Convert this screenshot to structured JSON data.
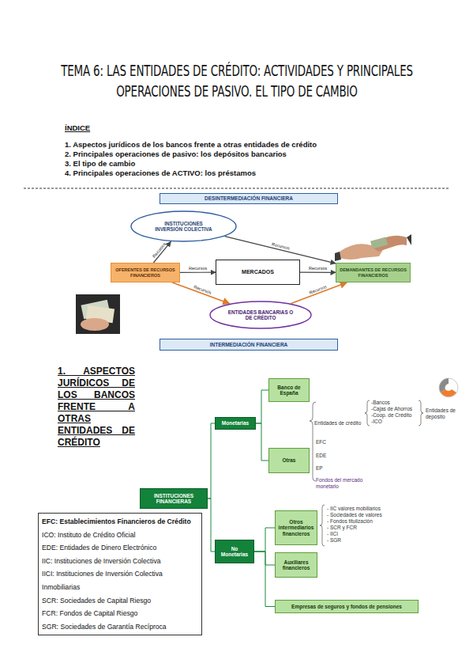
{
  "diagram": {
    "title": "TEMA 6: LAS ENTIDADES DE CRÉDITO: ACTIVIDADES Y PRINCIPALES OPERACIONES DE PASIVO. EL TIPO DE CAMBIO",
    "nodes": [
      {
        "text": [
          "DESINTERMEDIACIÓN FINANCIERA"
        ]
      },
      {
        "text": [
          "INSTITUCIONES INVERSIÓN COLECTIVA"
        ]
      },
      {
        "text": [
          "OFERENTES DE RECURSOS FINANCIEROS"
        ]
      },
      {
        "text": [
          "MERCADOS"
        ]
      },
      {
        "text": [
          "DEMANDANTES DE RECURSOS FINANCIEROS"
        ]
      },
      {
        "text": [
          "ENTIDADES BANCARIAS O DE CRÉDITO"
        ]
      },
      {
        "text": [
          "INTERMEDIACIÓN FINANCIERA"
        ]
      },
      {
        "text": [
          "Banco de España"
        ]
      },
      {
        "text": [
          "Otras"
        ]
      },
      {
        "text": [
          "Monetarias"
        ]
      },
      {
        "text": [
          "INSTITUCIONES FINANCIERAS"
        ]
      },
      {
        "text": [
          "Otros intermediarios financieros"
        ]
      },
      {
        "text": [
          "No Monetarias"
        ]
      },
      {
        "text": [
          "Auxiliares financieros"
        ]
      },
      {
        "text": [
          "Empresas de seguros y fondos de pensiones"
        ]
      },
      {
        "text": [
          "EFC: Establecimientos Financieros de Crédito",
          "ICO: Instituto de Crédito Oficial",
          "EDE: Entidades de Dinero Electrónico",
          "IIC: Instituciones de Inversión Colectiva",
          "IICI: Instituciones de Inversión Colectiva Inmobiliarias",
          "SCR: Sociedades de Capital Riesgo",
          "FCR: Fondos de Capital Riesgo",
          "SGR: Sociedades de Garantía Recíproca"
        ]
      }
    ],
    "edges": [
      {
        "from": 2,
        "to": 1,
        "label": "Recursos",
        "arrow": "to"
      },
      {
        "from": 1,
        "to": 4,
        "label": "Recursos",
        "arrow": "to"
      },
      {
        "from": 2,
        "to": 3,
        "label": "Recursos",
        "arrow": "to"
      },
      {
        "from": 3,
        "to": 4,
        "label": "Recursos",
        "arrow": "to"
      },
      {
        "from": 2,
        "to": 5,
        "label": "Recursos",
        "arrow": "to"
      },
      {
        "from": 5,
        "to": 4,
        "label": "Recursos",
        "arrow": "to"
      },
      {
        "from": 10,
        "to": 9,
        "arrow": "none"
      },
      {
        "from": 10,
        "to": 12,
        "arrow": "none"
      },
      {
        "from": 9,
        "to": 7,
        "arrow": "none"
      },
      {
        "from": 9,
        "to": 8,
        "arrow": "none"
      },
      {
        "from": 12,
        "to": 11,
        "arrow": "none"
      },
      {
        "from": 12,
        "to": 13,
        "arrow": "none"
      },
      {
        "from": 12,
        "to": 14,
        "arrow": "none"
      }
    ],
    "labels": [
      "ÍNDICE",
      "1. Aspectos jurídicos de los bancos frente a otras entidades de crédito",
      "2. Principales operaciones de pasivo: los depósitos bancarios",
      "3. El tipo de cambio",
      "4. Principales operaciones de ACTIVO: los préstamos",
      "1. ASPECTOS JURÍDICOS DE LOS BANCOS FRENTE A OTRAS ENTIDADES DE CRÉDITO",
      "Entidades de crédito",
      "-Bancos",
      "-Cajas de Ahorros",
      "-Coop. de Crédito",
      "-ICO",
      "Entidades de depósito",
      "EFC",
      "EDE",
      "EP",
      "Fondos del mercado monetario",
      "- IIC valores mobiliarios",
      "- Sociedades de valores",
      "- Fondos titulización",
      "- SCR y FCR",
      "- IICI",
      "- SGR"
    ]
  }
}
